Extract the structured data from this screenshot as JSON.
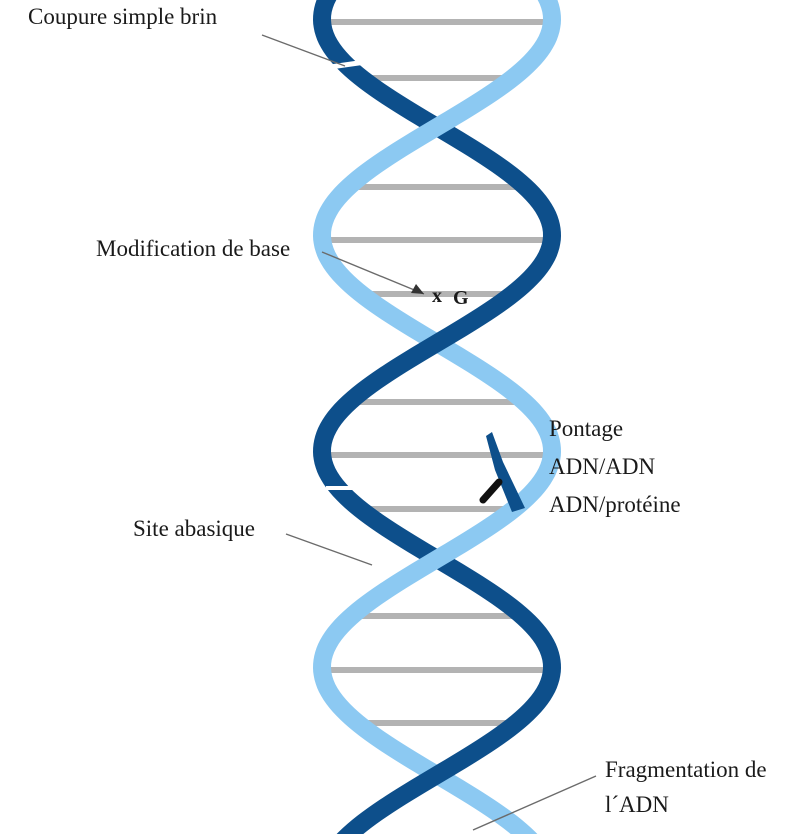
{
  "labels": {
    "single_strand_break": "Coupure simple brin",
    "base_modification": "Modification de base",
    "base_letter": "G",
    "crosslink_line1": "Pontage",
    "crosslink_line2": "ADN/ADN",
    "crosslink_line3": "ADN/protéine",
    "abasic_site": "Site abasique",
    "fragmentation_line1": "Fragmentation de",
    "fragmentation_line2": "l´ADN"
  },
  "colors": {
    "strand_dark": "#0d4f8b",
    "strand_light": "#8cc9f2",
    "base_pair": "#b3b3b3",
    "pointer": "#6b6b6b",
    "crosslink": "#111111"
  }
}
